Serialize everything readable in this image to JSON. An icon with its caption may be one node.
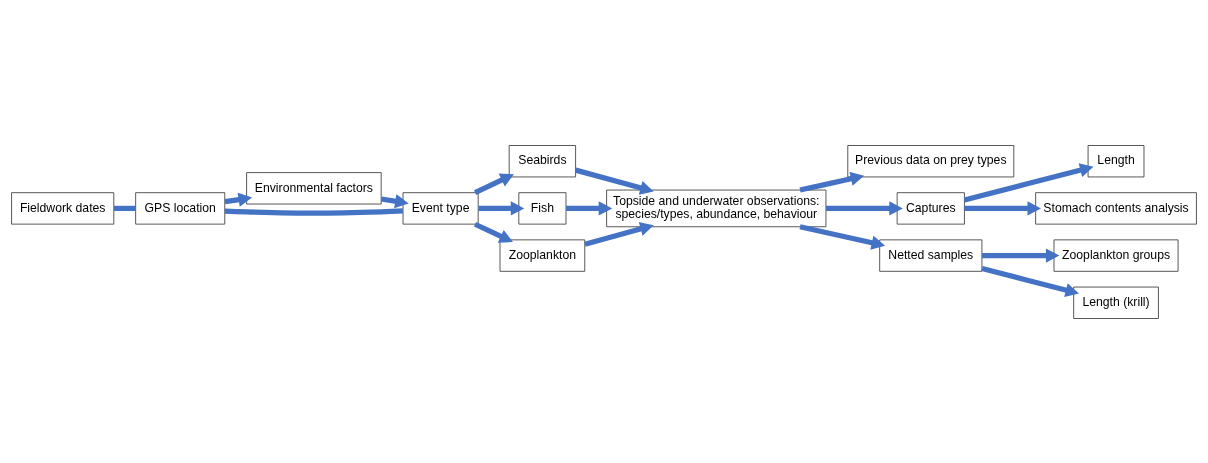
{
  "diagram": {
    "nodes": [
      {
        "text": [
          "Fieldwork dates"
        ]
      },
      {
        "text": [
          "GPS location"
        ]
      },
      {
        "text": [
          "Environmental factors"
        ]
      },
      {
        "text": [
          "Event type"
        ]
      },
      {
        "text": [
          "Seabirds"
        ]
      },
      {
        "text": [
          "Fish"
        ]
      },
      {
        "text": [
          "Zooplankton"
        ]
      },
      {
        "text": [
          "Topside and underwater observations: species/types, abundance, behaviour"
        ]
      },
      {
        "text": [
          "Previous data on prey types"
        ]
      },
      {
        "text": [
          "Captures"
        ]
      },
      {
        "text": [
          "Length"
        ]
      },
      {
        "text": [
          "Stomach contents analysis"
        ]
      },
      {
        "text": [
          "Netted samples"
        ]
      },
      {
        "text": [
          "Zooplankton groups"
        ]
      },
      {
        "text": [
          "Length (krill)"
        ]
      }
    ],
    "edges": [
      {
        "from": 0,
        "to": 1,
        "arrow": "none"
      },
      {
        "from": 1,
        "to": 2,
        "arrow": "to"
      },
      {
        "from": 1,
        "to": 3,
        "arrow": "none"
      },
      {
        "from": 2,
        "to": 3,
        "arrow": "to"
      },
      {
        "from": 3,
        "to": 4,
        "arrow": "to"
      },
      {
        "from": 3,
        "to": 5,
        "arrow": "to"
      },
      {
        "from": 3,
        "to": 6,
        "arrow": "to"
      },
      {
        "from": 4,
        "to": 7,
        "arrow": "to"
      },
      {
        "from": 5,
        "to": 7,
        "arrow": "to"
      },
      {
        "from": 6,
        "to": 7,
        "arrow": "to"
      },
      {
        "from": 7,
        "to": 8,
        "arrow": "to"
      },
      {
        "from": 7,
        "to": 9,
        "arrow": "to"
      },
      {
        "from": 7,
        "to": 12,
        "arrow": "to"
      },
      {
        "from": 9,
        "to": 10,
        "arrow": "to"
      },
      {
        "from": 9,
        "to": 11,
        "arrow": "to"
      },
      {
        "from": 12,
        "to": 13,
        "arrow": "to"
      },
      {
        "from": 12,
        "to": 14,
        "arrow": "to"
      }
    ]
  }
}
